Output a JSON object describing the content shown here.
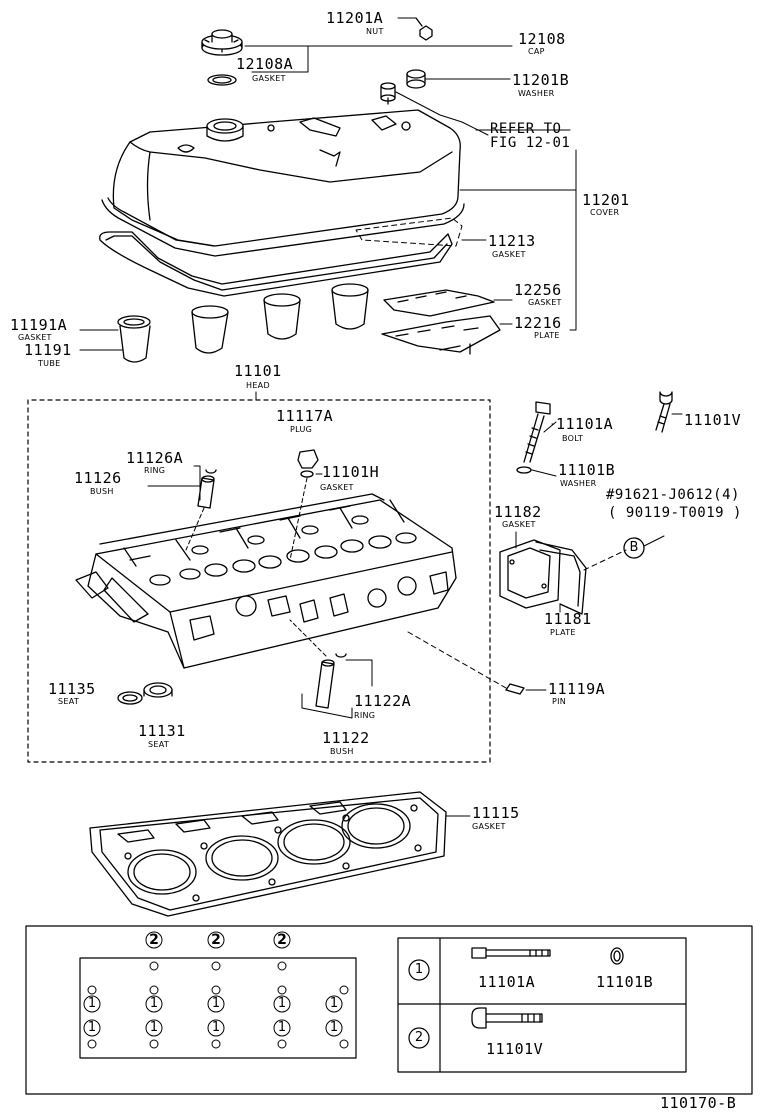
{
  "labels": {
    "nut": {
      "pn": "11201A",
      "name": "NUT"
    },
    "cap": {
      "pn": "12108",
      "name": "CAP"
    },
    "cap_gasket": {
      "pn": "12108A",
      "name": "GASKET"
    },
    "washer_top": {
      "pn": "11201B",
      "name": "WASHER"
    },
    "refer": {
      "line1": "REFER TO",
      "line2": "FIG 12-01"
    },
    "cover": {
      "pn": "11201",
      "name": "COVER"
    },
    "cover_gasket": {
      "pn": "11213",
      "name": "GASKET"
    },
    "plate_gasket": {
      "pn": "12256",
      "name": "GASKET"
    },
    "plate_top": {
      "pn": "12216",
      "name": "PLATE"
    },
    "tube_gasket": {
      "pn": "11191A",
      "name": "GASKET"
    },
    "tube": {
      "pn": "11191",
      "name": "TUBE"
    },
    "head": {
      "pn": "11101",
      "name": "HEAD"
    },
    "plug": {
      "pn": "11117A",
      "name": "PLUG"
    },
    "ring_a": {
      "pn": "11126A",
      "name": "RING"
    },
    "bush_a": {
      "pn": "11126",
      "name": "BUSH"
    },
    "gasket_h": {
      "pn": "11101H",
      "name": "GASKET"
    },
    "bolt": {
      "pn": "11101A",
      "name": "BOLT"
    },
    "bolt_v": {
      "pn": "11101V"
    },
    "washer_b": {
      "pn": "11101B",
      "name": "WASHER"
    },
    "stud_ref1": "#91621-J0612(4)",
    "stud_ref2": "( 90119-T0019 )",
    "ref_b": "B",
    "gasket_182": {
      "pn": "11182",
      "name": "GASKET"
    },
    "plate_181": {
      "pn": "11181",
      "name": "PLATE"
    },
    "seat_135": {
      "pn": "11135",
      "name": "SEAT"
    },
    "seat_131": {
      "pn": "11131",
      "name": "SEAT"
    },
    "ring_122": {
      "pn": "11122A",
      "name": "RING"
    },
    "bush_122": {
      "pn": "11122",
      "name": "BUSH"
    },
    "pin": {
      "pn": "11119A",
      "name": "PIN"
    },
    "head_gasket": {
      "pn": "11115",
      "name": "GASKET"
    }
  },
  "torque_table": {
    "row1": {
      "key": "1",
      "bolt": "11101A",
      "washer": "11101B"
    },
    "row2": {
      "key": "2",
      "bolt": "11101V"
    }
  },
  "bolt_pattern": {
    "top": [
      "2",
      "2",
      "2"
    ],
    "mid": [
      "1",
      "1",
      "1",
      "1",
      "1"
    ]
  },
  "figure_id": "110170-B"
}
